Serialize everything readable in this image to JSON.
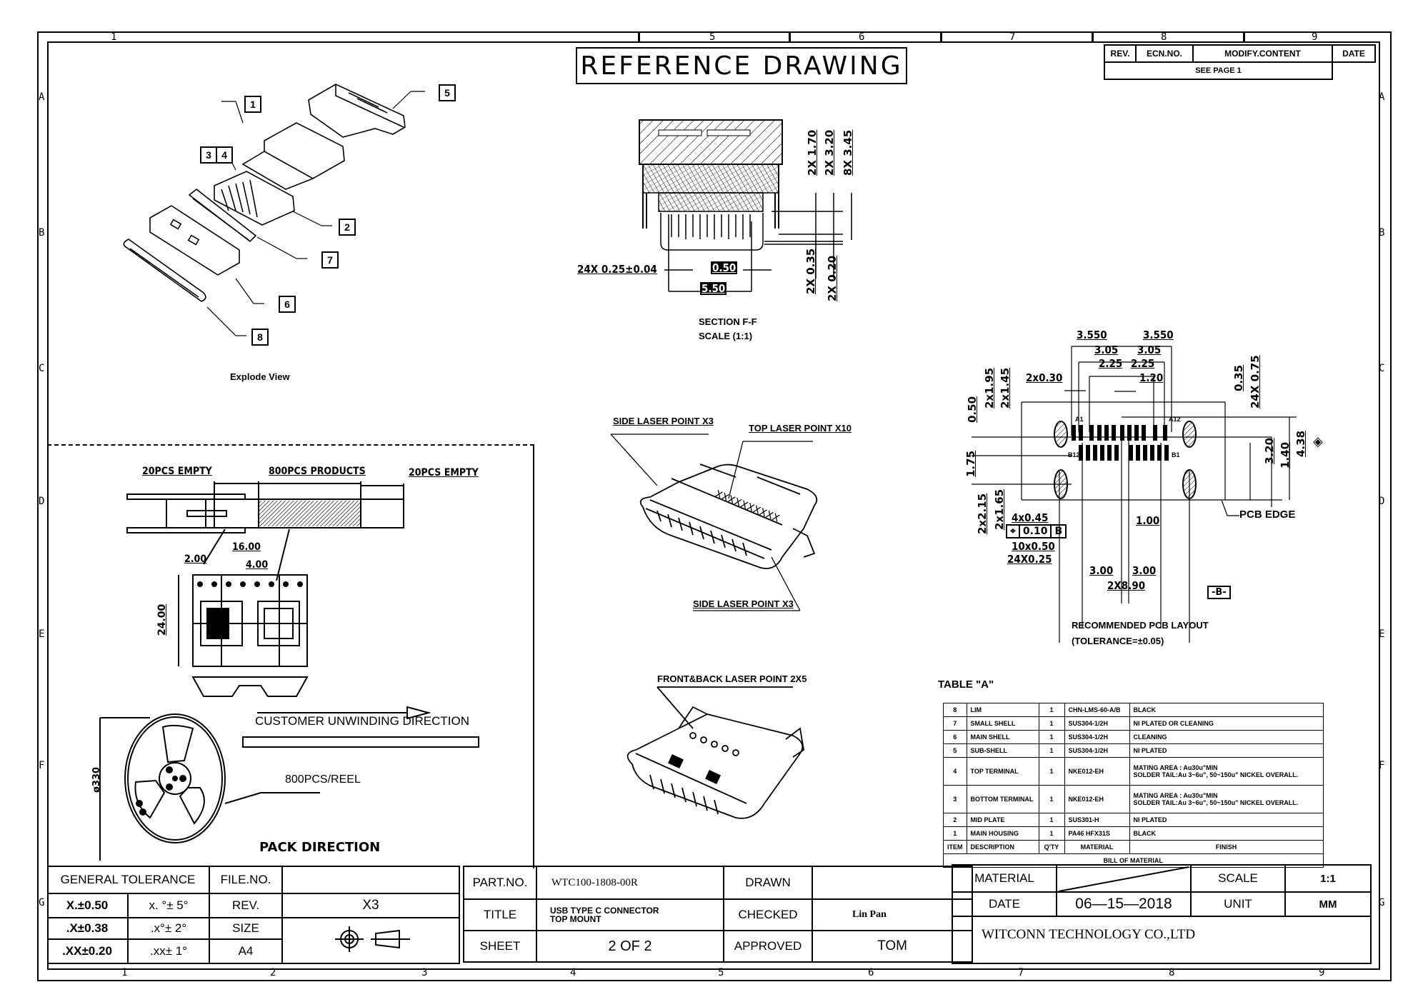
{
  "drawing_title": "REFERENCE DRAWING",
  "zones": {
    "columns": [
      "1",
      "2",
      "3",
      "4",
      "5",
      "6",
      "7",
      "8",
      "9"
    ],
    "top_columns_visible": [
      "1",
      "5",
      "6",
      "7",
      "8",
      "9"
    ],
    "rows": [
      "A",
      "B",
      "C",
      "D",
      "E",
      "F",
      "G"
    ]
  },
  "revision_table": {
    "headers": [
      "REV.",
      "ECN.NO.",
      "MODIFY.CONTENT",
      "DATE"
    ],
    "note": "SEE PAGE 1"
  },
  "explode_view": {
    "caption": "Explode View",
    "balloons": [
      "1",
      "2",
      "3",
      "4",
      "5",
      "6",
      "7",
      "8"
    ]
  },
  "section_view": {
    "caption_line1": "SECTION F-F",
    "caption_line2": "SCALE (1:1)",
    "dims": {
      "pitch_width": "24X  0.25±0.04",
      "pitch": "0.50",
      "span": "5.50",
      "h1": "2X 1.70",
      "h2": "2X 3.20",
      "h3": "8X 3.45",
      "h4": "2X 0.35",
      "h5": "2X 0.20"
    }
  },
  "laser_view": {
    "side_top": "SIDE LASER POINT X3",
    "top": "TOP LASER POINT X10",
    "side_bottom": "SIDE LASER POINT X3",
    "marking": "XXXXXXXXXX"
  },
  "front_back_view": {
    "label": "FRONT&BACK LASER POINT 2X5"
  },
  "pcb_layout": {
    "caption_line1": "RECOMMENDED PCB LAYOUT",
    "caption_line2": "(TOLERANCE=±0.05)",
    "pcb_edge": "PCB EDGE",
    "datum": "-B-",
    "pin_labels": [
      "A1",
      "A12",
      "B12",
      "B1"
    ],
    "dims": {
      "d3550a": "3.550",
      "d3550b": "3.550",
      "d305a": "3.05",
      "d305b": "3.05",
      "d225a": "2.25",
      "d225b": "2.25",
      "d120": "1.20",
      "d2x030": "2x0.30",
      "d050": "0.50",
      "d2x195": "2x1.95",
      "d2x145": "2x1.45",
      "d035": "0.35",
      "d24x075": "24X 0.75",
      "d175": "1.75",
      "d2x215": "2x2.15",
      "d2x165": "2x1.65",
      "d4x045": "4x0.45",
      "fcf_value": "0.10",
      "fcf_datum": "B",
      "d10x050": "10x0.50",
      "d24x025": "24X0.25",
      "d100": "1.00",
      "d300a": "3.00",
      "d300b": "3.00",
      "d2x890": "2X8.90",
      "d320": "3.20",
      "d140": "1.40",
      "d438": "4.38"
    }
  },
  "packaging": {
    "empty_left": "20PCS  EMPTY",
    "products": "800PCS  PRODUCTS",
    "empty_right": "20PCS  EMPTY",
    "pitch_16": "16.00",
    "pitch_4": "4.00",
    "hole_2": "2.00",
    "tape_width": "24.00",
    "reel_diameter": "ø330",
    "unwind": "CUSTOMER UNWINDING DIRECTION",
    "per_reel": "800PCS/REEL",
    "caption": "PACK  DIRECTION"
  },
  "bom": {
    "table_title": "TABLE  \"A\"",
    "footer": "BILL  OF  MATERIAL",
    "headers": [
      "ITEM",
      "DESCRIPTION",
      "Q'TY",
      "MATERIAL",
      "FINISH"
    ],
    "rows": [
      {
        "item": "8",
        "desc": "LIM",
        "qty": "1",
        "material": "CHN-LMS-60-A/B",
        "finish": "BLACK",
        "finish2": ""
      },
      {
        "item": "7",
        "desc": "SMALL SHELL",
        "qty": "1",
        "material": "SUS304-1/2H",
        "finish": "NI PLATED OR CLEANING",
        "finish2": ""
      },
      {
        "item": "6",
        "desc": "MAIN SHELL",
        "qty": "1",
        "material": "SUS304-1/2H",
        "finish": "CLEANING",
        "finish2": ""
      },
      {
        "item": "5",
        "desc": "SUB-SHELL",
        "qty": "1",
        "material": "SUS304-1/2H",
        "finish": "NI PLATED",
        "finish2": ""
      },
      {
        "item": "4",
        "desc": "TOP TERMINAL",
        "qty": "1",
        "material": "NKE012-EH",
        "finish": "MATING AREA : Au30u\"MIN",
        "finish2": "SOLDER TAIL:Au 3~6u\", 50~150u\" NICKEL OVERALL."
      },
      {
        "item": "3",
        "desc": "BOTTOM TERMINAL",
        "qty": "1",
        "material": "NKE012-EH",
        "finish": "MATING AREA : Au30u\"MIN",
        "finish2": "SOLDER TAIL:Au 3~6u\", 50~150u\" NICKEL OVERALL."
      },
      {
        "item": "2",
        "desc": "MID PLATE",
        "qty": "1",
        "material": "SUS301-H",
        "finish": "NI PLATED",
        "finish2": ""
      },
      {
        "item": "1",
        "desc": "MAIN HOUSING",
        "qty": "1",
        "material": "PA46 HFX31S",
        "finish": "BLACK",
        "finish2": ""
      }
    ]
  },
  "title_block": {
    "general_tolerance": "GENERAL   TOLERANCE",
    "file_no_label": "FILE.NO.",
    "file_no_value": "",
    "tol_rows": [
      {
        "linear": "X.±0.50",
        "angular": "x. °± 5°"
      },
      {
        "linear": ".X±0.38",
        "angular": ".x°± 2°"
      },
      {
        "linear": ".XX±0.20",
        "angular": ".xx± 1°"
      }
    ],
    "rev_label": "REV.",
    "rev_value": "X3",
    "size_label": "SIZE",
    "size_value": "A4",
    "part_no_label": "PART.NO.",
    "part_no_value": "WTC100-1808-00R",
    "title_label": "TITLE",
    "title_value_1": "USB TYPE C CONNECTOR",
    "title_value_2": "TOP MOUNT",
    "sheet_label": "SHEET",
    "sheet_value": "2  OF  2",
    "drawn_label": "DRAWN",
    "drawn_value": "",
    "checked_label": "CHECKED",
    "checked_value": "Lin Pan",
    "approved_label": "APPROVED",
    "approved_value": "TOM",
    "material_label": "MATERIAL",
    "scale_label": "SCALE",
    "scale_value": "1:1",
    "date_label": "DATE",
    "date_value": "06—15—2018",
    "unit_label": "UNIT",
    "unit_value": "MM",
    "company": "WITCONN TECHNOLOGY CO.,LTD"
  }
}
